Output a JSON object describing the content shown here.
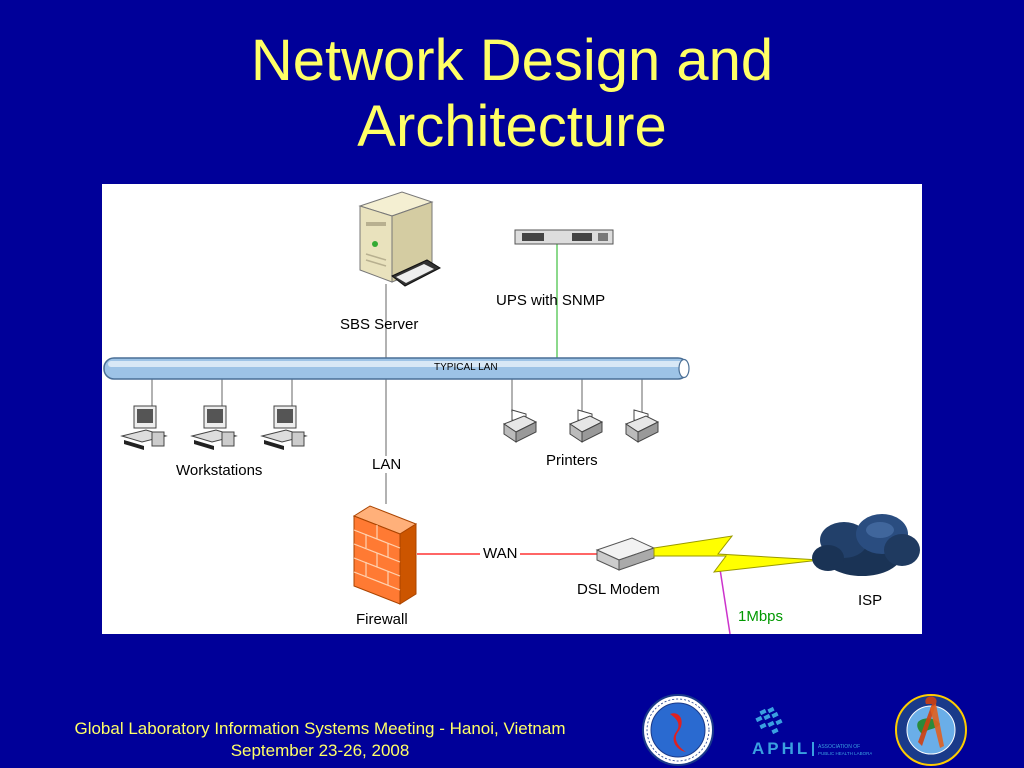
{
  "slide": {
    "title_line1": "Network Design and",
    "title_line2": "Architecture"
  },
  "diagram": {
    "lan_bus_label": "TYPICAL LAN",
    "server_label": "SBS Server",
    "ups_label": "UPS with SNMP",
    "workstations_label": "Workstations",
    "printers_label": "Printers",
    "lan_link_label": "LAN",
    "wan_link_label": "WAN",
    "firewall_label": "Firewall",
    "modem_label": "DSL Modem",
    "isp_label": "ISP",
    "speed_label": "1Mbps"
  },
  "footer": {
    "line1": "Global Laboratory Information Systems Meeting - Hanoi, Vietnam",
    "line2": "September 23-26, 2008"
  },
  "logos": {
    "aphl_wordmark": "APHL",
    "aphl_tagline": "ASSOCIATION OF PUBLIC HEALTH LABORATORIES"
  },
  "colors": {
    "background": "#000099",
    "title": "#ffff66",
    "lan_bus": "#9dc3e6",
    "wan_line": "#ff3333",
    "ups_line": "#66cc66",
    "lightning": "#ffff00",
    "speed_line": "#cc33cc",
    "speed_text": "#009900"
  }
}
